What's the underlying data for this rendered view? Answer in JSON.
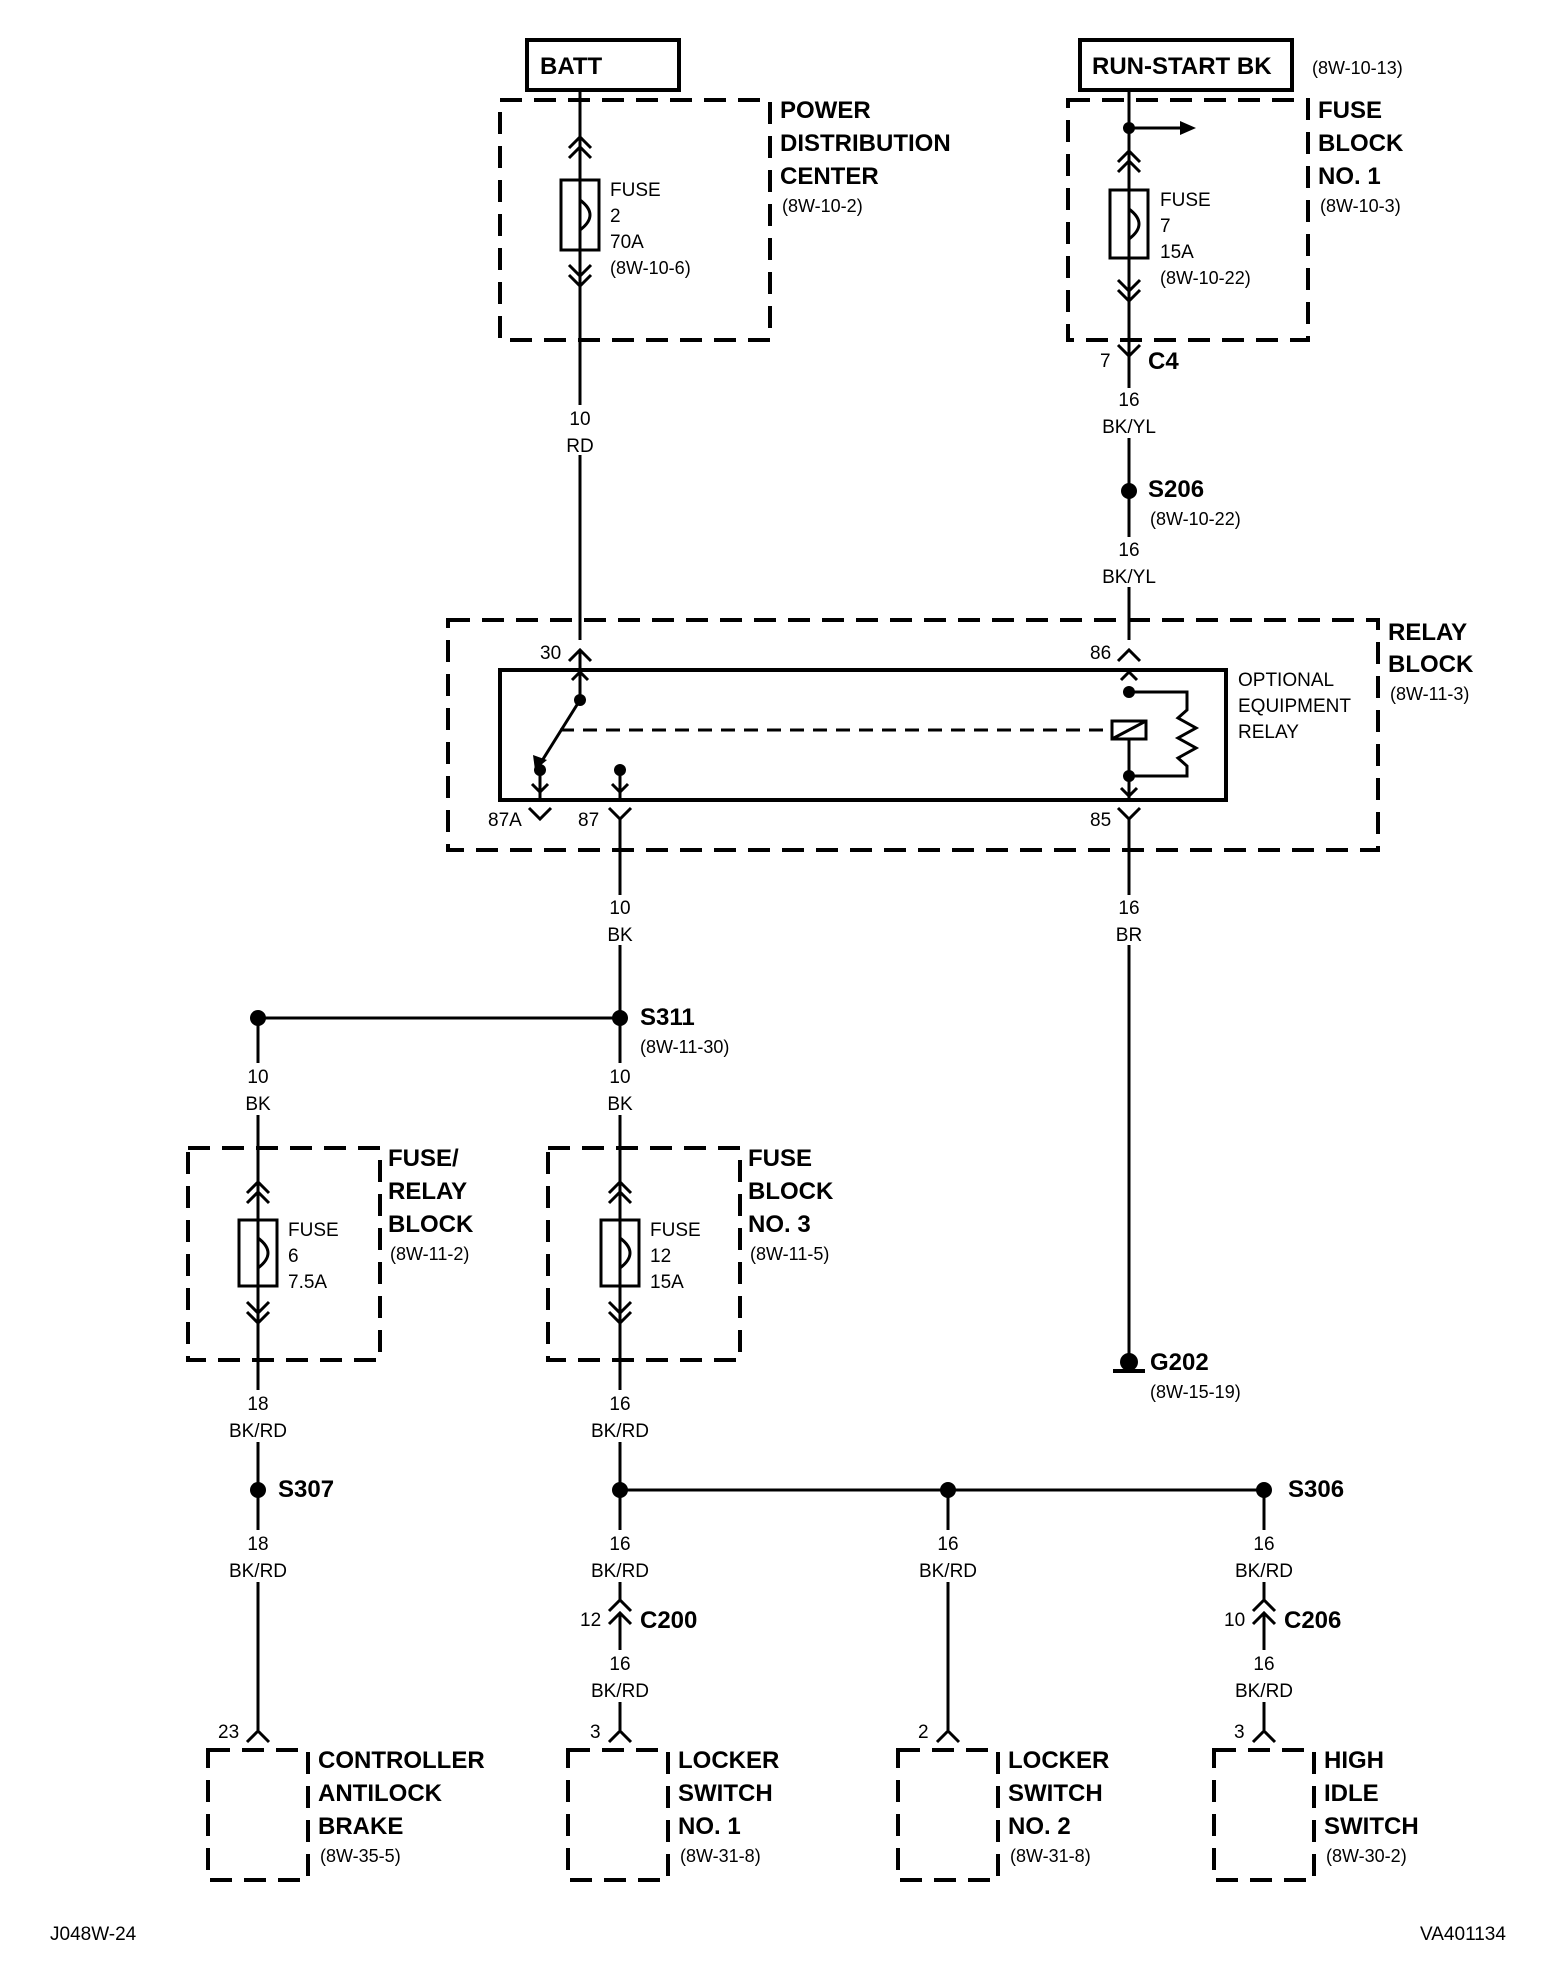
{
  "sources": {
    "batt": "BATT",
    "run_start": "RUN-START BK",
    "run_start_ref": "(8W-10-13)"
  },
  "pdc": {
    "title_1": "POWER",
    "title_2": "DISTRIBUTION",
    "title_3": "CENTER",
    "ref": "(8W-10-2)",
    "fuse_label": "FUSE",
    "fuse_num": "2",
    "fuse_amp": "70A",
    "fuse_ref": "(8W-10-6)"
  },
  "fuse_block_1": {
    "title_1": "FUSE",
    "title_2": "BLOCK",
    "title_3": "NO. 1",
    "ref": "(8W-10-3)",
    "fuse_label": "FUSE",
    "fuse_num": "7",
    "fuse_amp": "15A",
    "fuse_ref": "(8W-10-22)",
    "connector_pin": "7",
    "connector": "C4"
  },
  "wires": {
    "batt_gauge": "10",
    "batt_color": "RD",
    "bkyl_1_gauge": "16",
    "bkyl_1_color": "BK/YL",
    "bkyl_2_gauge": "16",
    "bkyl_2_color": "BK/YL",
    "pin87_gauge": "10",
    "pin87_color": "BK",
    "pin85_gauge": "16",
    "pin85_color": "BR",
    "left_bk_gauge": "10",
    "left_bk_color": "BK",
    "mid_bk_gauge": "10",
    "mid_bk_color": "BK",
    "bkrd_18a_gauge": "18",
    "bkrd_18a_color": "BK/RD",
    "bkrd_18b_gauge": "18",
    "bkrd_18b_color": "BK/RD",
    "bkrd_16a_gauge": "16",
    "bkrd_16a_color": "BK/RD",
    "bkrd_16b_gauge": "16",
    "bkrd_16b_color": "BK/RD",
    "bkrd_16c_gauge": "16",
    "bkrd_16c_color": "BK/RD",
    "bkrd_16d_gauge": "16",
    "bkrd_16d_color": "BK/RD",
    "bkrd_16e_gauge": "16",
    "bkrd_16e_color": "BK/RD",
    "bkrd_16f_gauge": "16",
    "bkrd_16f_color": "BK/RD"
  },
  "splices": {
    "s206": "S206",
    "s206_ref": "(8W-10-22)",
    "s311": "S311",
    "s311_ref": "(8W-11-30)",
    "s307": "S307",
    "s306": "S306"
  },
  "relay_block": {
    "title_1": "RELAY",
    "title_2": "BLOCK",
    "ref": "(8W-11-3)",
    "relay_1": "OPTIONAL",
    "relay_2": "EQUIPMENT",
    "relay_3": "RELAY",
    "pin_30": "30",
    "pin_86": "86",
    "pin_87a": "87A",
    "pin_87": "87",
    "pin_85": "85"
  },
  "ground": {
    "label": "G202",
    "ref": "(8W-15-19)"
  },
  "fuse_relay_block": {
    "title_1": "FUSE/",
    "title_2": "RELAY",
    "title_3": "BLOCK",
    "ref": "(8W-11-2)",
    "fuse_label": "FUSE",
    "fuse_num": "6",
    "fuse_amp": "7.5A"
  },
  "fuse_block_3": {
    "title_1": "FUSE",
    "title_2": "BLOCK",
    "title_3": "NO. 3",
    "ref": "(8W-11-5)",
    "fuse_label": "FUSE",
    "fuse_num": "12",
    "fuse_amp": "15A"
  },
  "connectors": {
    "c200_pin": "12",
    "c200": "C200",
    "c206_pin": "10",
    "c206": "C206"
  },
  "components": {
    "abs_pin": "23",
    "abs_1": "CONTROLLER",
    "abs_2": "ANTILOCK",
    "abs_3": "BRAKE",
    "abs_ref": "(8W-35-5)",
    "ls1_pin": "3",
    "ls1_1": "LOCKER",
    "ls1_2": "SWITCH",
    "ls1_3": "NO. 1",
    "ls1_ref": "(8W-31-8)",
    "ls2_pin": "2",
    "ls2_1": "LOCKER",
    "ls2_2": "SWITCH",
    "ls2_3": "NO. 2",
    "ls2_ref": "(8W-31-8)",
    "his_pin": "3",
    "his_1": "HIGH",
    "his_2": "IDLE",
    "his_3": "SWITCH",
    "his_ref": "(8W-30-2)"
  },
  "footer": {
    "left_code": "J048W-24",
    "right_code": "VA401134"
  }
}
